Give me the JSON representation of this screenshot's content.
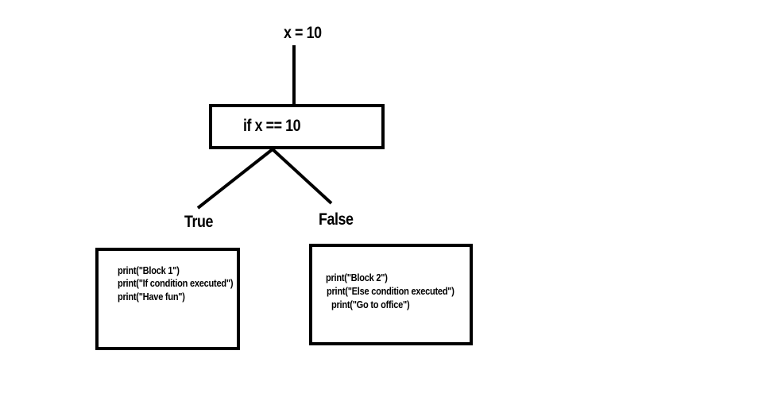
{
  "flowchart": {
    "start_label": "x = 10",
    "condition_label": "if x == 10",
    "true_label": "True",
    "false_label": "False",
    "true_block": {
      "lines": [
        "print(\"Block 1\")",
        "print(\"If condition executed\")",
        "print(\"Have fun\")"
      ]
    },
    "false_block": {
      "lines": [
        "print(\"Block 2\")",
        "print(\"Else condition executed\")",
        "print(\"Go to office\")"
      ]
    }
  },
  "colors": {
    "stroke": "#000000",
    "background": "#ffffff"
  }
}
